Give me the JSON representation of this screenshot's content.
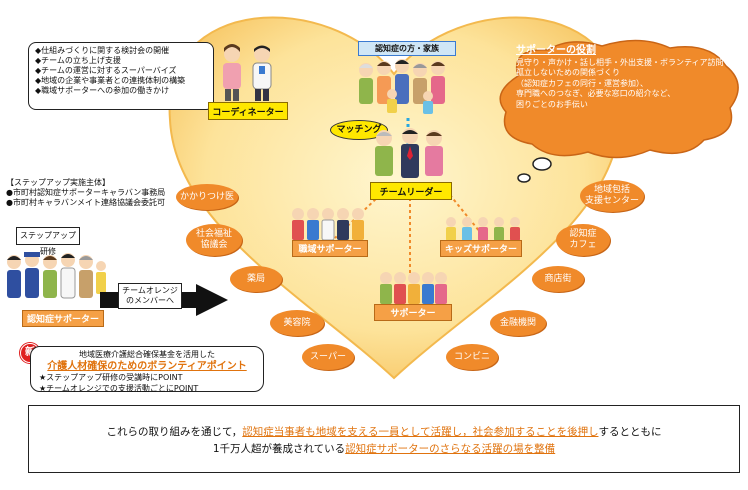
{
  "coordinator": {
    "items": [
      "◆仕組みづくりに関する検討会の開催",
      "◆チームの立ち上げ支援",
      "◆チームの運営に対するスーパーバイズ",
      "◆地域の企業や事業者との連携体制の構築",
      "◆職域サポーターへの参加の働きかけ"
    ],
    "label": "コーディネーター"
  },
  "family_label": "認知症の方・家族",
  "supporter_role": {
    "title": "サポーターの役割",
    "lines": [
      "見守り・声かけ・話し相手・外出支援・ボランティア訪問",
      "孤立しないための関係づくり",
      "（認知症カフェの同行・運営参加）、",
      "専門職へのつなぎ、必要な窓口の紹介など、",
      "困りごとのお手伝い"
    ]
  },
  "matching_label": "マッチング",
  "team_leader_label": "チームリーダー",
  "workplace_supporter_label": "職域サポーター",
  "kids_supporter_label": "キッズサポーター",
  "supporter_label": "サポーター",
  "stepup": {
    "lines": [
      "【ステップアップ実施主体】",
      "●市町村認知症サポーターキャラバン事務局",
      "●市町村キャラバンメイト連絡協議会委託可"
    ],
    "training_label": "ステップアップ研修",
    "dementia_supporter_label": "認知症サポーター",
    "arrow_text": [
      "チームオレンジ",
      "のメンバーへ"
    ]
  },
  "resources": [
    "かかりつけ医",
    "社会福祉\n協議会",
    "薬局",
    "美容院",
    "スーパー",
    "コンビニ",
    "金融機関",
    "商店街",
    "認知症\nカフェ",
    "地域包括\n支援センター"
  ],
  "points": {
    "badge": "新",
    "line1": "地域医療介護総合確保基金を活用した",
    "line2": "介護人材確保のためのボランティアポイント",
    "line3": "★ステップアップ研修の受講時にPOINT",
    "line4": "★チームオレンジでの支援活動ごとにPOINT"
  },
  "bottom": {
    "l1_a": "これらの取り組みを通じて，",
    "l1_b": "認知症当事者も地域を支える一員として活躍し，社会参加することを後押し",
    "l1_c": "するとともに",
    "l2_a": "1千万人超が養成されている",
    "l2_b": "認知症サポーターのさらなる活躍の場を整備"
  },
  "colors": {
    "heart": "#fde49a",
    "resource": "#f08a2a",
    "highlight": "#ffe800",
    "accent_text": "#e0730e",
    "dotted_line": "#2aa8e0"
  }
}
